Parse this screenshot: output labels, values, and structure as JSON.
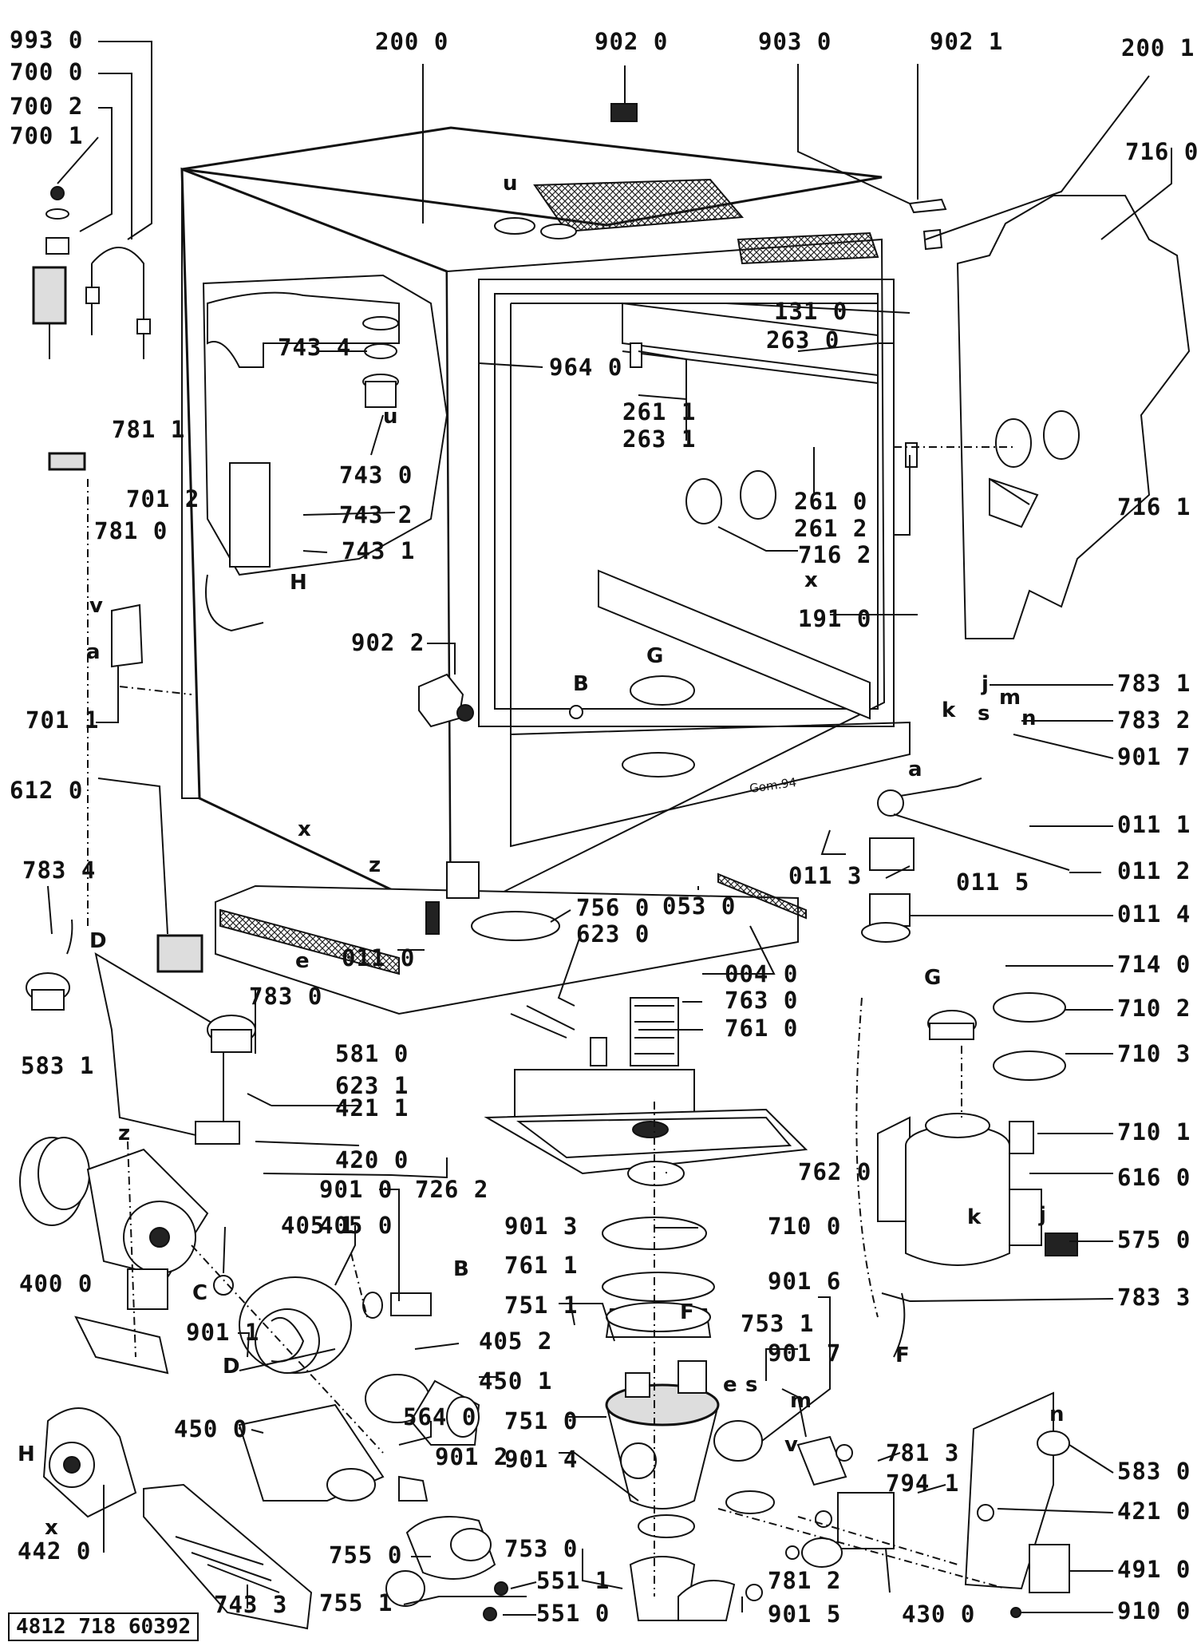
{
  "document_number": "4812 718 60392",
  "cabinet_date_mark": "Gom.94",
  "part_labels": [
    "993 0",
    "700 0",
    "700 2",
    "700 1",
    "200 0",
    "902 0",
    "903 0",
    "902 1",
    "200 1",
    "716 0",
    "743 4",
    "131 0",
    "263 0",
    "964 0",
    "743 0",
    "261 1",
    "263 1",
    "781 1",
    "261 0",
    "701 2",
    "743 2",
    "781 0",
    "743 1",
    "261 2",
    "716 1",
    "716 2",
    "191 0",
    "902 2",
    "783 1",
    "783 2",
    "901 7",
    "701 1",
    "612 0",
    "011 1",
    "011 3",
    "011 5",
    "011 2",
    "783 4",
    "053 0",
    "756 0",
    "011 0",
    "623 0",
    "011 4",
    "004 0",
    "714 0",
    "763 0",
    "783 0",
    "710 2",
    "761 0",
    "581 0",
    "710 3",
    "583 1",
    "623 1",
    "421 1",
    "710 1",
    "420 0",
    "762 0",
    "616 0",
    "901 0",
    "726 2",
    "405 1",
    "405 0",
    "901 3",
    "710 0",
    "575 0",
    "400 0",
    "761 1",
    "901 6",
    "783 3",
    "901 1",
    "405 2",
    "751 1",
    "753 1",
    "450 1",
    "901 7",
    "564 0",
    "450 0",
    "751 0",
    "901 2",
    "901 4",
    "781 3",
    "583 0",
    "794 1",
    "421 0",
    "442 0",
    "755 0",
    "753 0",
    "491 0",
    "551 1",
    "781 2",
    "755 1",
    "743 3",
    "551 0",
    "901 5",
    "430 0",
    "910 0"
  ],
  "reference_letters": [
    "u",
    "u",
    "H",
    "v",
    "a",
    "B",
    "G",
    "x",
    "z",
    "x",
    "m",
    "j",
    "k",
    "s",
    "n",
    "a",
    "D",
    "e",
    "z",
    "C",
    "B",
    "D",
    "H",
    "x",
    "G",
    "k",
    "j",
    "F",
    "F",
    "e",
    "s",
    "m",
    "v",
    "n"
  ]
}
